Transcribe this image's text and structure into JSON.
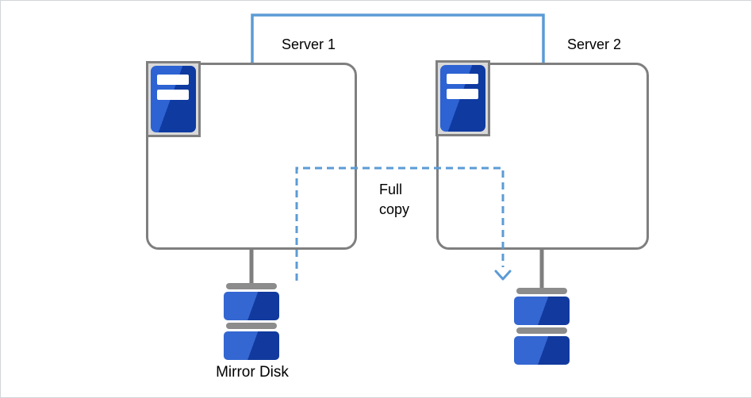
{
  "diagram": {
    "servers": [
      {
        "id": "server1",
        "label": "Server 1"
      },
      {
        "id": "server2",
        "label": "Server 2"
      }
    ],
    "full_copy": {
      "label": "Full copy"
    },
    "mirror_disk": {
      "label": "Mirror Disk"
    },
    "icons": {
      "server": "server-tower-icon",
      "disk": "mirror-disk-icon",
      "arrow": "arrow-down-icon"
    },
    "colors": {
      "connector_blue": "#5B9BD5",
      "node_border_gray": "#7F7F7F",
      "icon_bg_gray": "#D9D9D9",
      "disk_bar_gray": "#8C8C8C",
      "disk_blue_light": "#3467D1",
      "disk_blue_dark": "#123A9E",
      "server_blue_light": "#2D63D3",
      "server_blue_dark": "#0F3AA0",
      "text_black": "#000000"
    }
  }
}
